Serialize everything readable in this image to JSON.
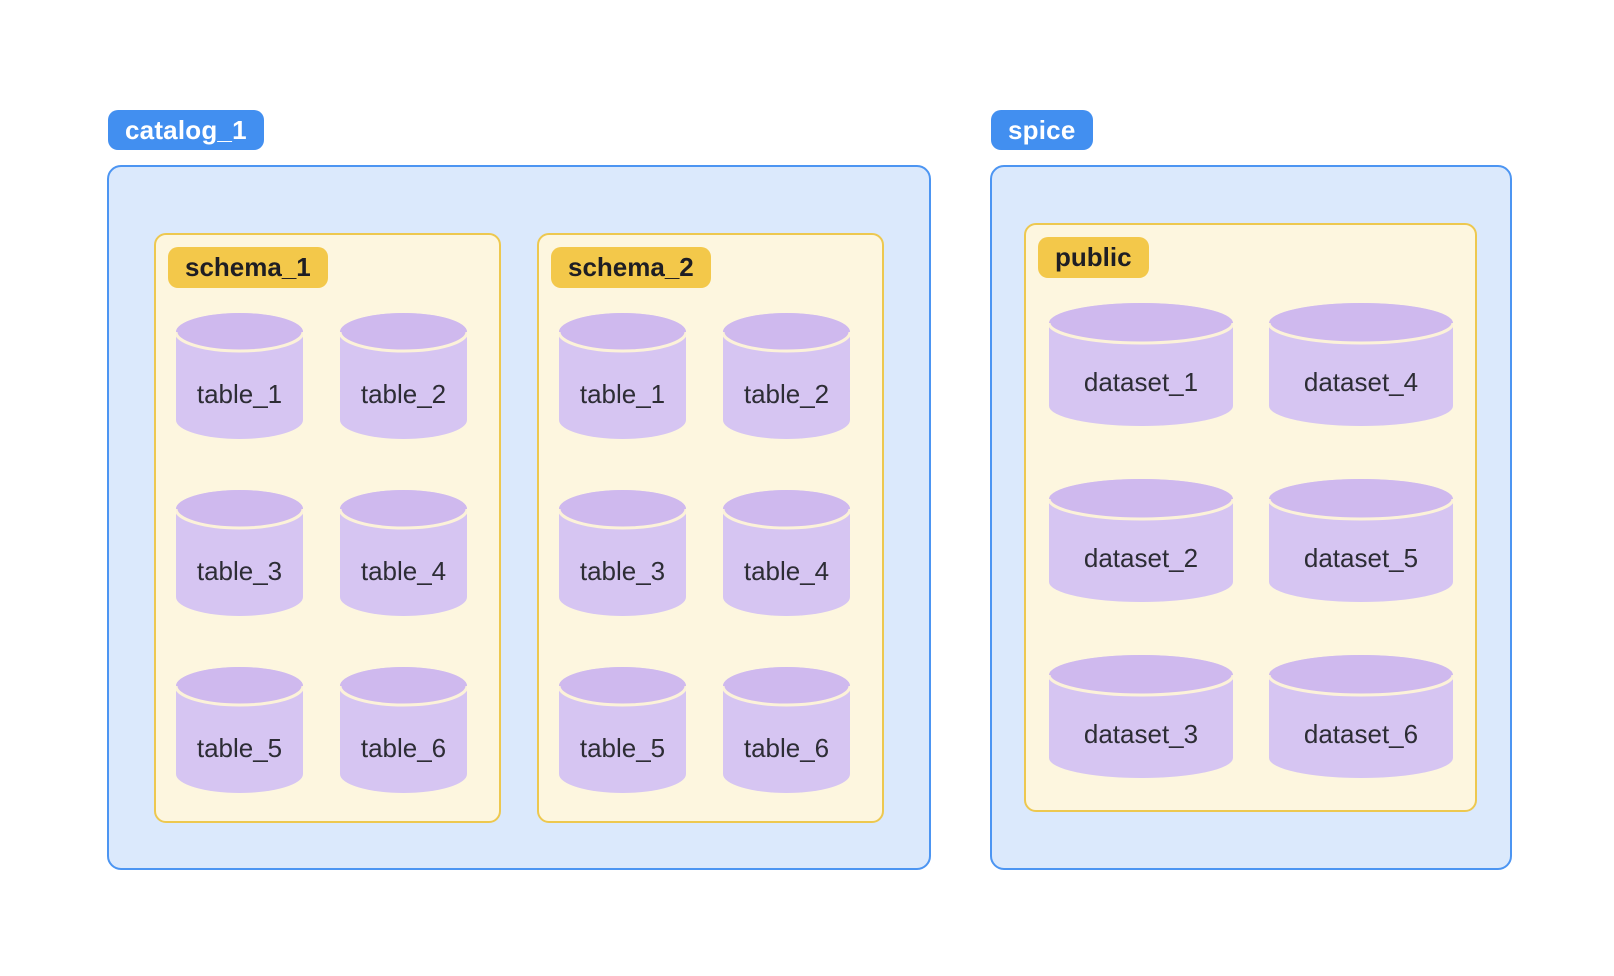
{
  "diagram": {
    "description_note": "",
    "grid_order": "row-major"
  },
  "colors": {
    "catalog_badge_bg": "#428ff0",
    "catalog_badge_text": "#ffffff",
    "catalog_box_bg": "#dbe9fc",
    "catalog_box_border": "#4c95f2",
    "schema_badge_bg": "#f3c84a",
    "schema_badge_text": "#1e1e24",
    "schema_box_bg": "#fdf6df",
    "schema_box_border": "#edc84f",
    "cylinder_body_fill": "#d6c5f2",
    "cylinder_top_fill": "#cfb9ee",
    "cylinder_stroke": "#fcf2d9",
    "cylinder_text": "#2d2d35"
  },
  "catalogs": [
    {
      "label": "catalog_1",
      "schemas": [
        {
          "label": "schema_1",
          "tables": [
            "table_1",
            "table_2",
            "table_3",
            "table_4",
            "table_5",
            "table_6"
          ]
        },
        {
          "label": "schema_2",
          "tables": [
            "table_1",
            "table_2",
            "table_3",
            "table_4",
            "table_5",
            "table_6"
          ]
        }
      ]
    },
    {
      "label": "spice",
      "schemas": [
        {
          "label": "public",
          "tables": [
            "dataset_1",
            "dataset_4",
            "dataset_2",
            "dataset_5",
            "dataset_3",
            "dataset_6"
          ]
        }
      ]
    }
  ]
}
